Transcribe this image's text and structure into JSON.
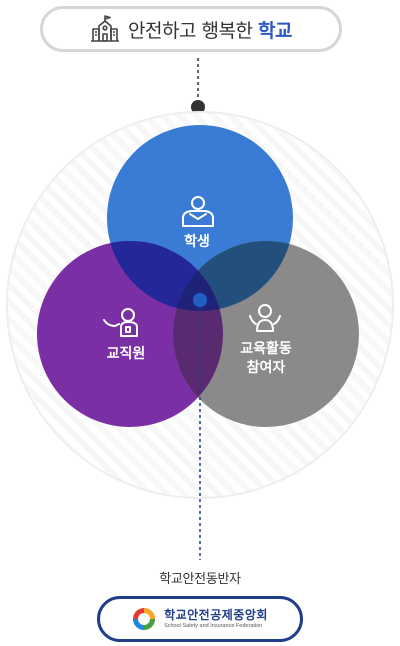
{
  "title": {
    "prefix": "안전하고 행복한",
    "accent": "학교"
  },
  "circles": [
    {
      "id": "students",
      "label": "학생",
      "color": "#3a7bd5",
      "icon": "student-icon"
    },
    {
      "id": "staff",
      "label": "교직원",
      "color": "#7b2fa5",
      "icon": "staff-icon"
    },
    {
      "id": "participants",
      "label_line1": "교육활동",
      "label_line2": "참여자",
      "color": "#8a8a8a",
      "icon": "participant-icon"
    }
  ],
  "team_label": "학교안전동반자",
  "org": {
    "name": "학교안전공제중앙회",
    "sub": "School Safety and Insurance Federation",
    "logo": "org-logo-icon"
  }
}
